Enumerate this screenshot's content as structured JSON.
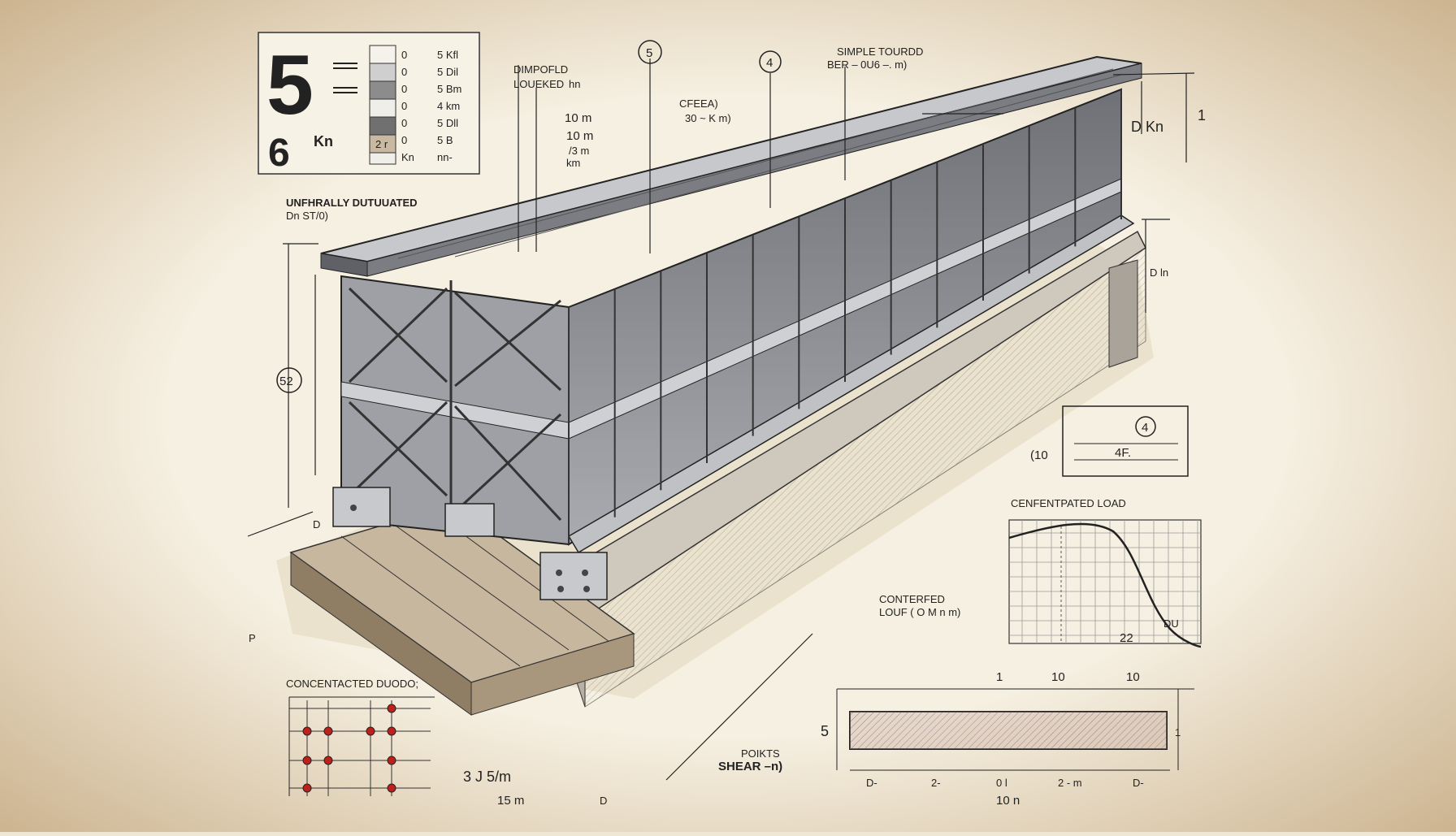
{
  "legend": {
    "big_symbol": "5",
    "sub_value": "6",
    "sub_unit": "Kn",
    "rows": [
      {
        "a": "0",
        "b": "5 Kfl"
      },
      {
        "a": "0",
        "b": "5 Dil"
      },
      {
        "a": "0",
        "b": "5 Bm"
      },
      {
        "a": "0",
        "b": "4 km"
      },
      {
        "a": "0",
        "b": "5 Dll"
      },
      {
        "a": "0",
        "b": "5 B"
      },
      {
        "a": "Kn",
        "b": "nn-"
      }
    ],
    "swatch_label": "2 r"
  },
  "labels": {
    "dimpofld": "DIMPOFLD",
    "loueked": "LOUEKED",
    "hn": "hn",
    "dim_10m_a": "10 m",
    "dim_10m_b": "10 m",
    "dim_3m": "/3 m",
    "dim_km": "km",
    "circle5": "5",
    "circle4": "4",
    "simple_tourdd": "SIMPLE TOURDD",
    "ber": "BER – 0U6 –. m)",
    "cfeead": "CFEEA)",
    "cfeead_val": "30 ~ K m)",
    "right_kn": "D   Kn",
    "right_one": "1",
    "right_d_m": "D  ln",
    "unfhrally": "UNFHRALLY DUTUUATED",
    "dn_stvo": "Dn ST/0)",
    "left_52": "52",
    "left_d": "D",
    "p_mark": "P",
    "box4": "4",
    "box4f": "4F.",
    "box10": "(10",
    "cenfentpated": "CENFENTPATED LOAD",
    "chart_22": "22",
    "chart_bu": "DU",
    "contered": "CONTERFED",
    "louf": "LOUF ( O M n m)",
    "concentacted": "CONCENTACTED DUODO;",
    "points": "POIKTS",
    "shear": "SHEAR –n)",
    "dim_3_5m": "3 J  5/m",
    "dim_15m": "15 m",
    "bottom_d": "D",
    "beam_1": "1",
    "beam_10a": "10",
    "beam_10b": "10",
    "beam_5": "5",
    "beam_r1": "1",
    "beam_d1": "D-",
    "beam_2a": "2-",
    "beam_b": "0 l",
    "beam_2m": "2 - m",
    "beam_d2": "D-",
    "beam_10n": "10 n"
  },
  "colors": {
    "paper": "#f3ecdc",
    "ink": "#222222",
    "steel": "#8d8f94",
    "red_node": "#c0201c"
  }
}
